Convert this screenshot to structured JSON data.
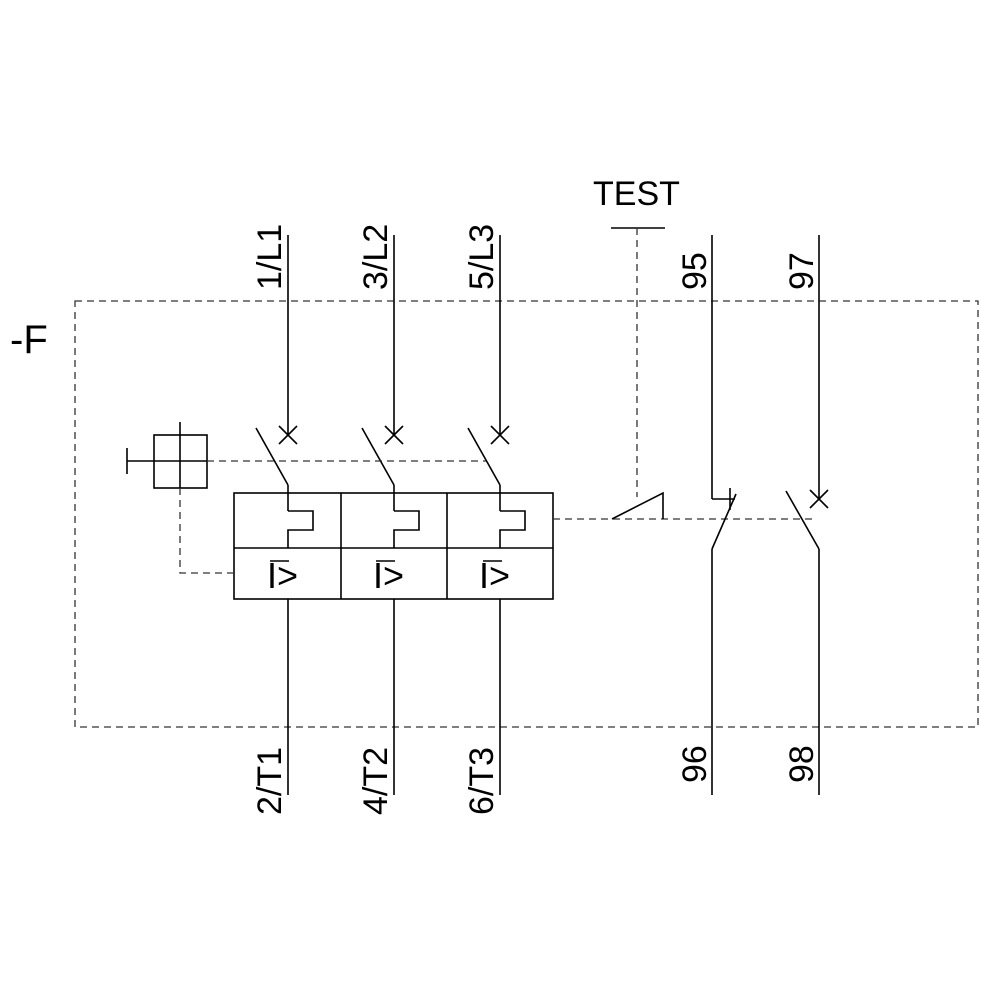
{
  "device_designation": "-F",
  "test_label": "TEST",
  "terminals": {
    "top": [
      "1/L1",
      "3/L2",
      "5/L3",
      "95",
      "97"
    ],
    "bottom": [
      "2/T1",
      "4/T2",
      "6/T3",
      "96",
      "98"
    ]
  },
  "overload_symbol": "I>"
}
